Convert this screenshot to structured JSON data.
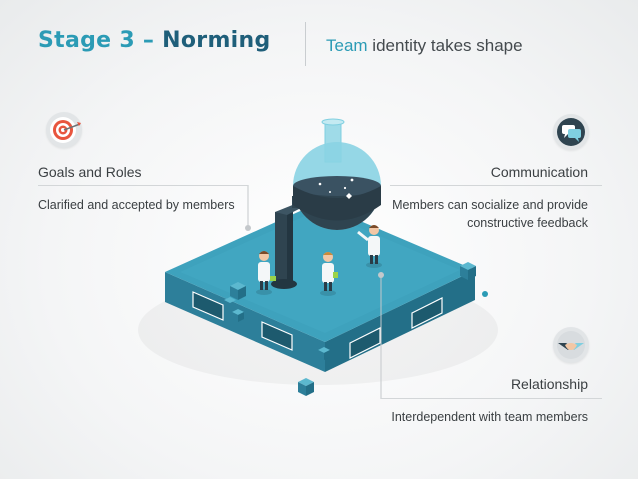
{
  "header": {
    "title_stage": "Stage 3",
    "title_dash": " – ",
    "title_name": "Norming",
    "subtitle_accent": "Team",
    "subtitle_rest": " identity takes shape"
  },
  "goals": {
    "heading": "Goals and Roles",
    "description": "Clarified and accepted by members",
    "icon": "target-icon"
  },
  "communication": {
    "heading": "Communication",
    "description": "Members can socialize and provide constructive feedback",
    "icon": "chat-bubble-icon"
  },
  "relationship": {
    "heading": "Relationship",
    "description": "Interdependent with team members",
    "icon": "handshake-icon"
  },
  "colors": {
    "accent": "#2b9bb5",
    "dark_accent": "#1f5f7a",
    "platform_top": "#3ea2bd",
    "platform_side": "#2d7f9a",
    "flask": "#7fcfe0",
    "icon_bg": "#e2e5e7"
  }
}
